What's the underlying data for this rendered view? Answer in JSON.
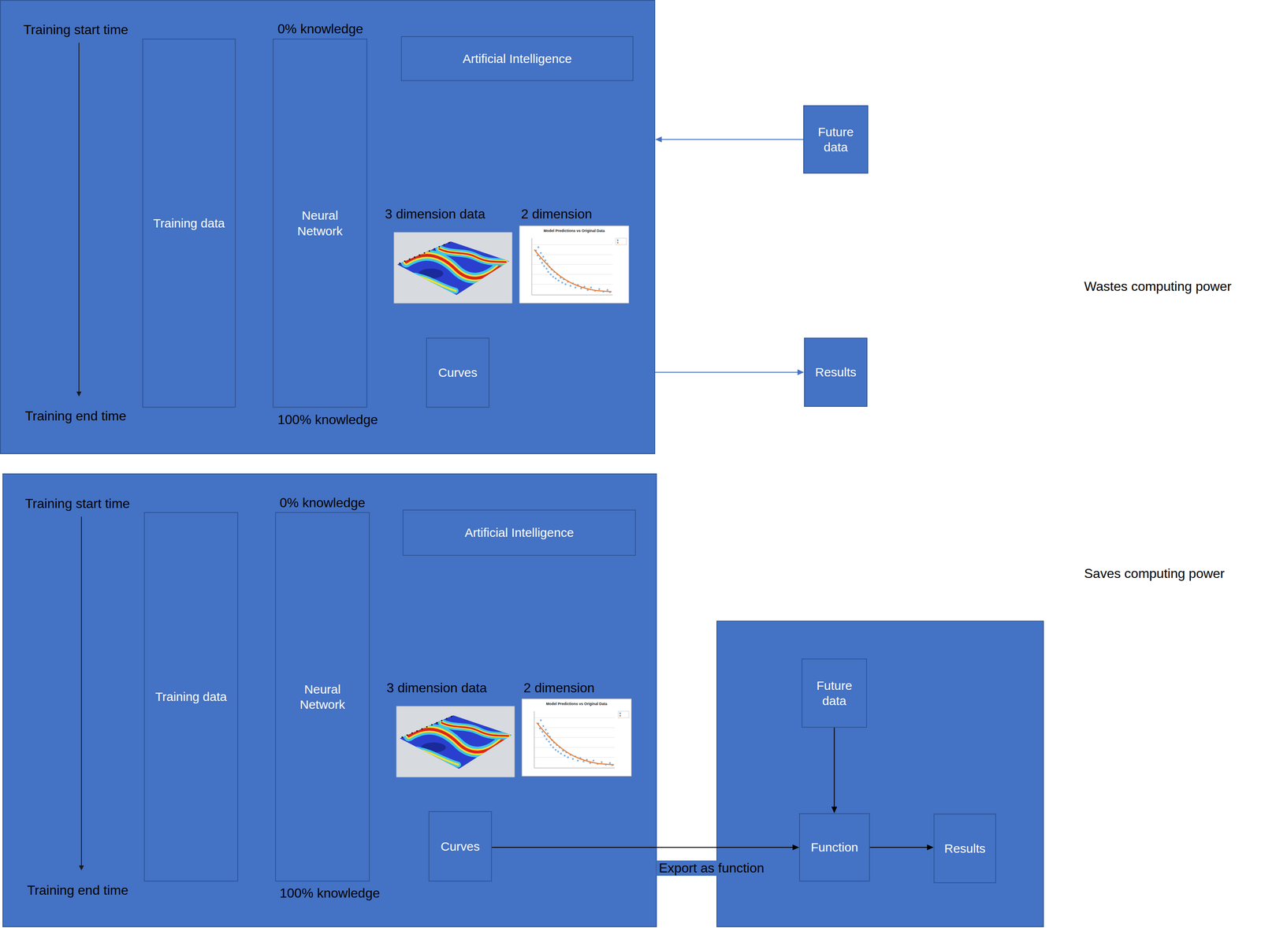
{
  "diagram": {
    "nodes": [
      {
        "text": []
      },
      {
        "text": [
          "Training data"
        ],
        "in": 0
      },
      {
        "text": [
          "Neural Network"
        ],
        "in": 0
      },
      {
        "text": [
          "Artificial Intelligence"
        ],
        "in": 0
      },
      {
        "text": [
          "Curves"
        ],
        "in": 0
      },
      {
        "text": [
          "Future data"
        ]
      },
      {
        "text": [
          "Results"
        ]
      },
      {
        "text": []
      },
      {
        "text": [
          "Training data"
        ],
        "in": 7
      },
      {
        "text": [
          "Neural Network"
        ],
        "in": 7
      },
      {
        "text": [
          "Artificial Intelligence"
        ],
        "in": 7
      },
      {
        "text": [
          "Curves"
        ],
        "in": 7
      },
      {
        "text": []
      },
      {
        "text": [
          "Future data"
        ],
        "in": 12
      },
      {
        "text": [
          "Function"
        ],
        "in": 12
      },
      {
        "text": [
          "Results"
        ],
        "in": 12
      }
    ],
    "edges": [
      {
        "from": 5,
        "to": 0,
        "arrow": "to"
      },
      {
        "from": 0,
        "to": 6,
        "arrow": "to"
      },
      {
        "from": 11,
        "to": 14,
        "label": "Export as function",
        "arrow": "to"
      },
      {
        "from": 13,
        "to": 14,
        "arrow": "to"
      },
      {
        "from": 14,
        "to": 15,
        "arrow": "to"
      }
    ],
    "labels": [
      "Training start time",
      "0% knowledge",
      "3 dimension data",
      "2 dimension",
      "Model Predictions vs Original Data",
      "Training end time",
      "100% knowledge",
      "Wastes computing power",
      "Training start time",
      "0% knowledge",
      "3 dimension data",
      "2 dimension",
      "Model Predictions vs Original Data",
      "Saves computing power",
      "Training end time",
      "100% knowledge"
    ]
  }
}
